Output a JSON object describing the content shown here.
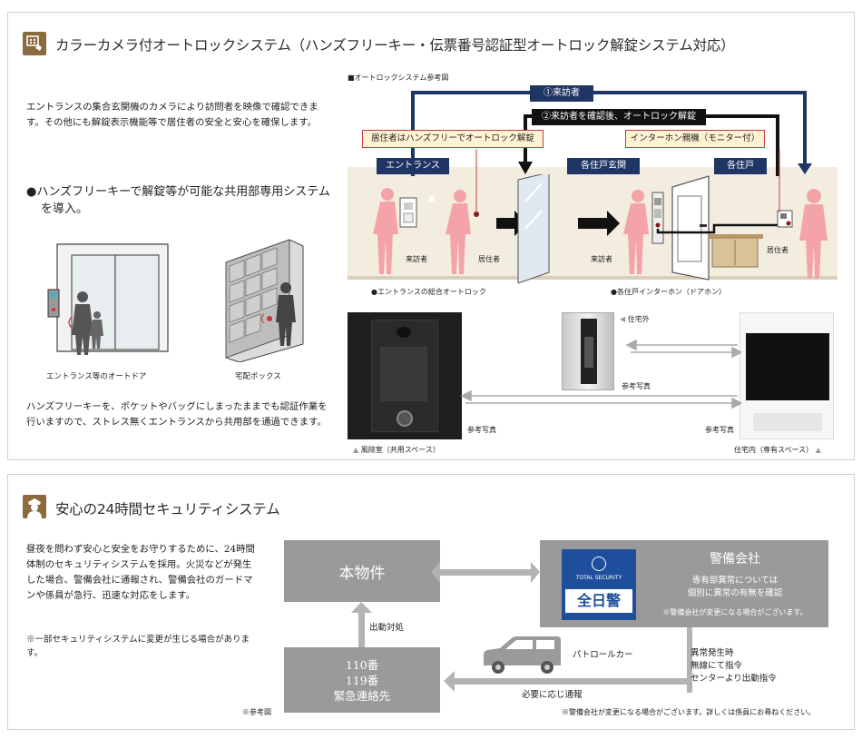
{
  "section1": {
    "title": "カラーカメラ付オートロックシステム（ハンズフリーキー・伝票番号認証型オートロック解錠システム対応）",
    "intro": "エントランスの集合玄関機のカメラにより訪問者を映像で確認できます。その他にも解錠表示機能等で居住者の安全と安心を確保します。",
    "bullet": "●ハンズフリーキーで解錠等が可能な共用部専用システムを導入。",
    "img_caption_door": "エントランス等のオートドア",
    "img_caption_box": "宅配ボックス",
    "handsfree_text": "ハンズフリーキーを、ポケットやバッグにしまったままでも認証作業を行いますので、ストレス無くエントランスから共用部を通過できます。",
    "diagram": {
      "heading": "■オートロックシステム参考図",
      "arrow1_label": "①来訪者",
      "arrow2_label": "②来訪者を確認後、オートロック解錠",
      "callout_left": "居住者はハンズフリーでオートロック解錠",
      "callout_right": "インターホン親機（モニター付）",
      "tag_entrance": "エントランス",
      "tag_genkan": "各住戸玄関",
      "tag_unit": "各住戸",
      "label_visitor": "来訪者",
      "label_resident": "居住者",
      "caption_autolock": "●エントランスの総合オートロック",
      "caption_doorphone": "●各住戸インターホン（ドアホン）",
      "label_outside": "住宅外",
      "label_photo": "参考写真",
      "caption_lobby": "風除室（共用スペース）",
      "caption_inside": "住宅内（専有スペース）"
    }
  },
  "section2": {
    "title": "安心の24時間セキュリティシステム",
    "intro": "昼夜を問わず安心と安全をお守りするために、24時間体制のセキュリティシステムを採用。火災などが発生した場合、警備会社に通報され、警備会社のガードマンや係員が急行、迅速な対応をします。",
    "note": "※一部セキュリティシステムに変更が生じる場合があります。",
    "box_property": "本物件",
    "box_security": "警備会社",
    "security_desc": "専有部異常については\n個別に異常の有無を確認",
    "security_note": "※警備会社が変更になる場合がございます。",
    "logo_top": "TOTAL SECURITY",
    "logo_main": "全日警",
    "box_emergency": "110番\n119番\n緊急連絡先",
    "label_dispatch": "出動対処",
    "label_patrol": "パトロールカー",
    "label_abnormal": "異常発生時\n無線にて指令\nセンターより出動指令",
    "label_report": "必要に応じ通報",
    "caption_ref": "※参考図",
    "footnote": "※警備会社が変更になる場合がございます。詳しくは係員にお尋ねください。"
  },
  "colors": {
    "navy": "#1f3563",
    "pink": "#f4a3a8",
    "gold": "#8b6a3e",
    "gray_box": "#9a9a9a",
    "logo_blue": "#1f4f9c"
  }
}
